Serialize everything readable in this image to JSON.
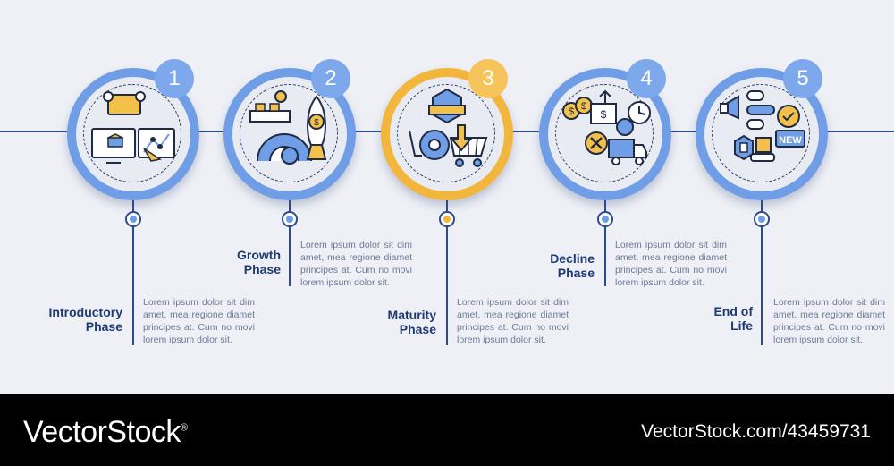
{
  "stages": [
    {
      "number": "1",
      "title_line1": "Introductory",
      "title_line2": "Phase",
      "description": "Lorem ipsum dolor sit dim amet, mea regione diamet principes at. Cum no movi lorem ipsum dolor sit.",
      "icon": "product-design-icon"
    },
    {
      "number": "2",
      "title_line1": "Growth",
      "title_line2": "Phase",
      "description": "Lorem ipsum dolor sit dim amet, mea regione diamet principes at. Cum no movi lorem ipsum dolor sit.",
      "icon": "rocket-growth-icon"
    },
    {
      "number": "3",
      "title_line1": "Maturity",
      "title_line2": "Phase",
      "description": "Lorem ipsum dolor sit dim amet, mea regione diamet principes at. Cum no movi lorem ipsum dolor sit.",
      "icon": "gear-cart-icon"
    },
    {
      "number": "4",
      "title_line1": "Decline",
      "title_line2": "Phase",
      "description": "Lorem ipsum dolor sit dim amet, mea regione diamet principes at. Cum no movi lorem ipsum dolor sit.",
      "icon": "cost-truck-icon"
    },
    {
      "number": "5",
      "title_line1": "End of",
      "title_line2": "Life",
      "description": "Lorem ipsum dolor sit dim amet, mea regione diamet principes at. Cum no movi lorem ipsum dolor sit.",
      "icon": "new-product-icon"
    }
  ],
  "colors": {
    "accent_blue": "#6f9de6",
    "accent_gold": "#f3b63c",
    "navy": "#1f3a73"
  },
  "watermark": {
    "brand": "VectorStock",
    "reference": "VectorStock.com/43459731",
    "registered_mark": "®"
  }
}
